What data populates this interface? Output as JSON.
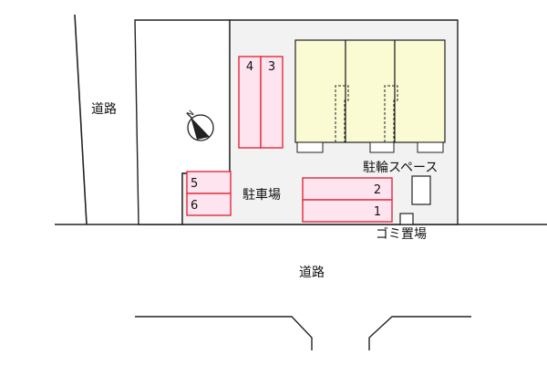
{
  "labels": {
    "road_left": "道路",
    "road_bottom": "道路",
    "parking": "駐車場",
    "bicycle_space": "駐輪スペース",
    "garbage": "ゴミ置場"
  },
  "parking_spaces": [
    "1",
    "2",
    "3",
    "4",
    "5",
    "6"
  ],
  "compass_letter": "N",
  "colors": {
    "lot_fill": "#f2f2f2",
    "building_fill": "#fafbd2",
    "parking_fill": "#fde4ee",
    "parking_stroke": "#e5293f",
    "line": "#222222"
  }
}
